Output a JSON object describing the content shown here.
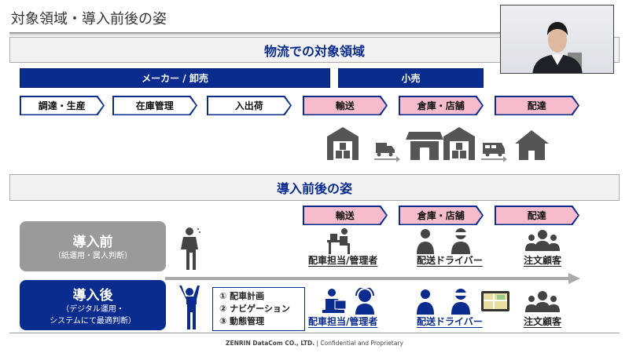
{
  "title": "対象領域・導入前後の姿",
  "section1": "物流での対象領域",
  "groups": [
    "メーカー / 卸売",
    "小売"
  ],
  "stages": [
    "調達・生産",
    "在庫管理",
    "入出荷",
    "輸送",
    "倉庫・店舗",
    "配達"
  ],
  "section2": "導入前後の姿",
  "stages2": [
    "輸送",
    "倉庫・店舗",
    "配達"
  ],
  "before": {
    "title": "導入前",
    "sub": "（紙運用・属人判断）",
    "roles": [
      "配車担当/管理者",
      "配送ドライバー",
      "注文顧客"
    ]
  },
  "after": {
    "title": "導入後",
    "sub1": "（デジタル運用・",
    "sub2": "システムにて最適判断）",
    "steps": [
      "① 配車計画",
      "② ナビゲーション",
      "③ 動態管理"
    ],
    "roles": [
      "配車担当/管理者",
      "配送ドライバー",
      "注文顧客"
    ]
  },
  "footer": {
    "company": "ZENRIN DataCom CO., LTD.",
    "sep": "|",
    "note": "Confidential and Proprietary"
  },
  "colors": {
    "navy": "#0b2c8f",
    "pink": "#f6bccb",
    "gray": "#9a9a9a"
  }
}
